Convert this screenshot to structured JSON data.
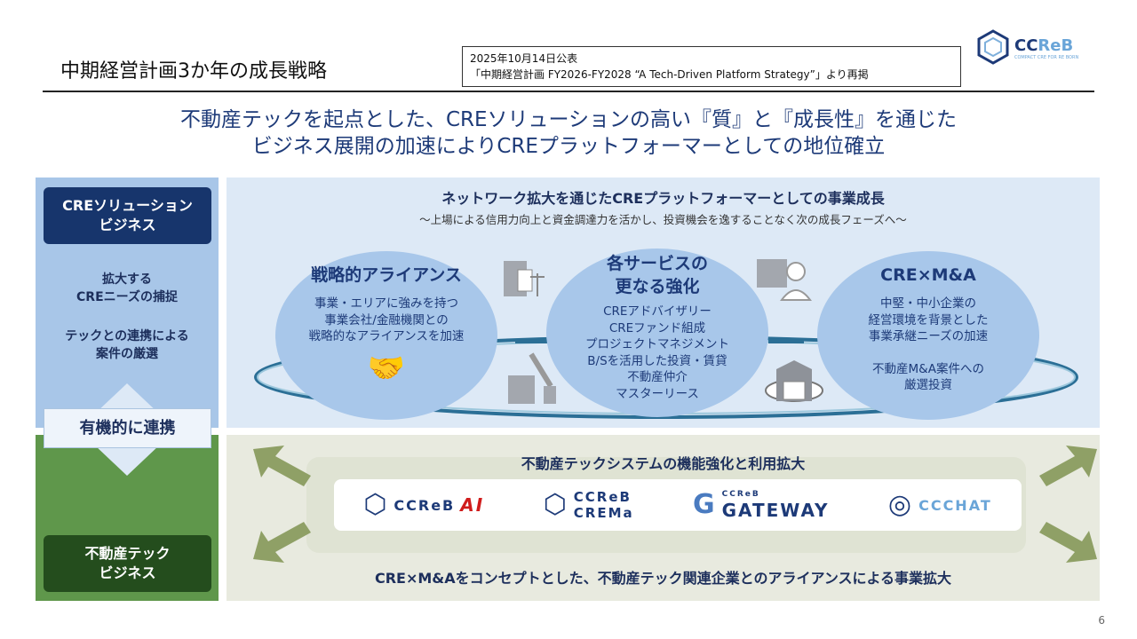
{
  "header": {
    "title": "中期経営計画3か年の成長戦略",
    "source_line1": "2025年10月14日公表",
    "source_line2": "「中期経営計画 FY2026-FY2028 “A Tech-Driven Platform Strategy”」より再掲",
    "logo_text": "CCReB"
  },
  "headline": {
    "line1": "不動産テックを起点とした、CREソリューションの高い『質』と『成長性』を通じた",
    "line2": "ビジネス展開の加速によりCREプラットフォーマーとしての地位確立"
  },
  "left": {
    "top_box": [
      "CREソリューション",
      "ビジネス"
    ],
    "points": [
      "拡大する",
      "CREニーズの捕捉",
      "テックとの連携による",
      "案件の厳選"
    ],
    "link": "有機的に連携",
    "bottom_box": [
      "不動産テック",
      "ビジネス"
    ]
  },
  "top_panel": {
    "title": "ネットワーク拡大を通じたCREプラットフォーマーとしての事業成長",
    "subtitle": "～上場による信用力向上と資金調達力を活かし、投資機会を逸することなく次の成長フェーズへ～",
    "circles": [
      {
        "title": [
          "戦略的アライアンス"
        ],
        "body": [
          "事業・エリアに強みを持つ",
          "事業会社/金融機関との",
          "戦略的なアライアンスを加速"
        ]
      },
      {
        "title": [
          "各サービスの",
          "更なる強化"
        ],
        "body": [
          "CREアドバイザリー",
          "CREファンド組成",
          "プロジェクトマネジメント",
          "B/Sを活用した投資・賃貸",
          "不動産仲介",
          "マスターリース"
        ]
      },
      {
        "title": [
          "CRE×M&A"
        ],
        "body": [
          "中堅・中小企業の",
          "経営環境を背景とした",
          "事業承継ニーズの加速",
          "",
          "不動産M&A案件への",
          "厳選投資"
        ]
      }
    ]
  },
  "bottom_panel": {
    "title": "不動産テックシステムの機能強化と利用拡大",
    "products": [
      {
        "name": "CCReB",
        "suffix": "AI"
      },
      {
        "name": "CCReB",
        "suffix": "CREMa"
      },
      {
        "name": "CCReB",
        "suffix": "GATEWAY"
      },
      {
        "name": "CCCHAT",
        "suffix": ""
      }
    ],
    "footer": "CRE×M&Aをコンセプトとした、不動産テック関連企業とのアライアンスによる事業拡大"
  },
  "page_number": "6"
}
